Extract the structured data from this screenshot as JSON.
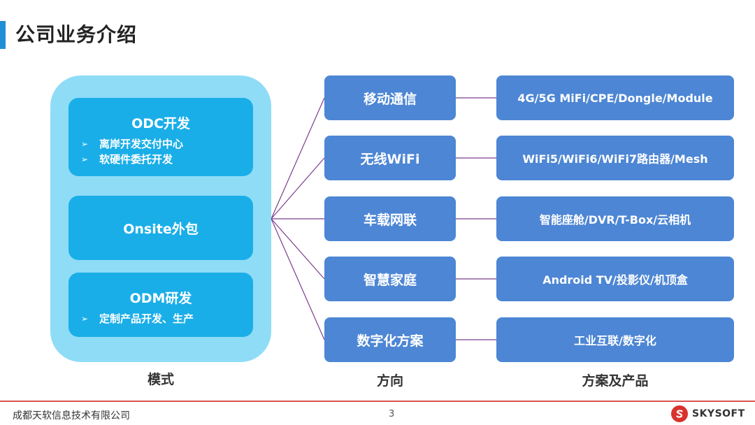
{
  "title": "公司业务介绍",
  "modes": {
    "odc": {
      "title": "ODC开发",
      "bullets": [
        "离岸开发交付中心",
        "软硬件委托开发"
      ]
    },
    "onsite": {
      "title": "Onsite外包"
    },
    "odm": {
      "title": "ODM研发",
      "bullets": [
        "定制产品开发、生产"
      ]
    }
  },
  "bullet_glyph": "➢",
  "labels": {
    "mode": "模式",
    "direction": "方向",
    "product": "方案及产品"
  },
  "directions": [
    "移动通信",
    "无线WiFi",
    "车载网联",
    "智慧家庭",
    "数字化方案"
  ],
  "products": [
    "4G/5G MiFi/CPE/Dongle/Module",
    "WiFi5/WiFi6/WiFi7路由器/Mesh",
    "智能座舱/DVR/T-Box/云相机",
    "Android TV/投影仪/机顶盒",
    "工业互联/数字化"
  ],
  "footer": {
    "company": "成都天软信息技术有限公司",
    "page": "3",
    "logo_text": "SKYSOFT"
  },
  "colors": {
    "accent": "#1f8fd6",
    "panel": "#8fdcf7",
    "card": "#1aaee8",
    "box": "#4d86d4",
    "connector": "#7b3f8f",
    "footer_line": "#d9534f"
  }
}
